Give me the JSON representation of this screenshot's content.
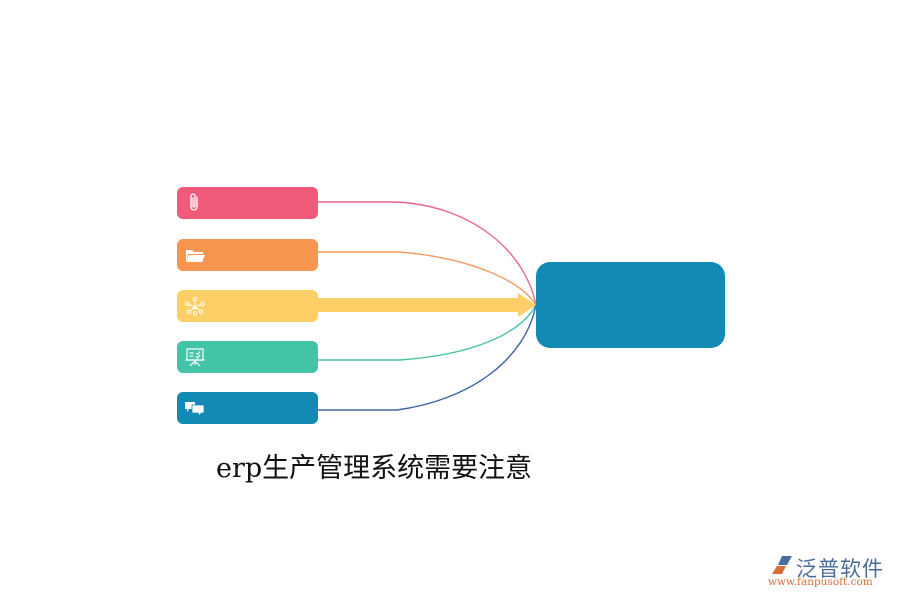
{
  "diagram": {
    "title": "erp生产管理系统需要注意",
    "items": [
      {
        "icon": "paperclip-icon",
        "color": "#f15b7b",
        "label": ""
      },
      {
        "icon": "folder-open-icon",
        "color": "#f79551",
        "label": ""
      },
      {
        "icon": "network-icon",
        "color": "#fecf67",
        "label": ""
      },
      {
        "icon": "presentation-board-icon",
        "color": "#43c4a7",
        "label": ""
      },
      {
        "icon": "chat-bubbles-icon",
        "color": "#128ab4",
        "label": ""
      }
    ],
    "target": {
      "color": "#128ab4",
      "label": ""
    },
    "connector_colors": [
      "#e9668a",
      "#f49a5f",
      "#fecf67",
      "#4bc2a6",
      "#3e64a8"
    ]
  },
  "logo": {
    "brand": "泛普软件",
    "url": "www.fanpusoft.com",
    "brand_color": "#4a6e9c",
    "url_color": "#d96c3b"
  }
}
